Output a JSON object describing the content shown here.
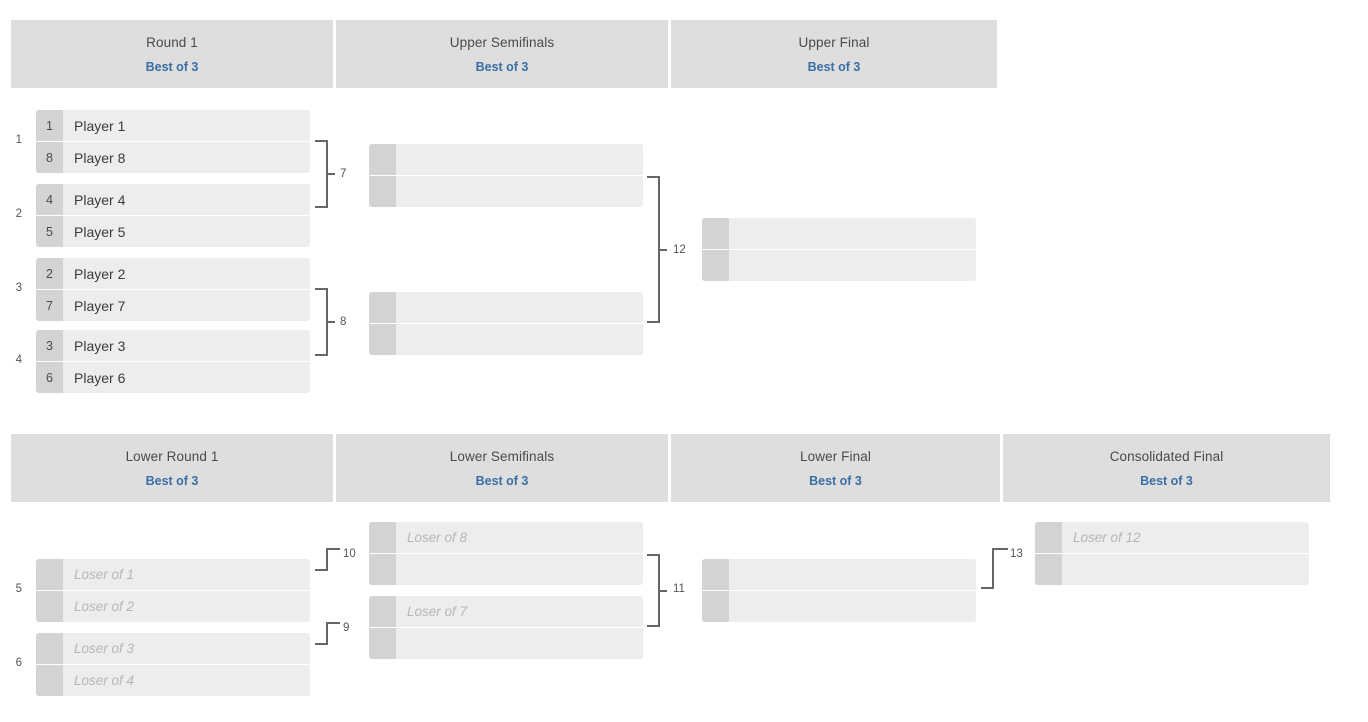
{
  "colors": {
    "header_bg": "#dedede",
    "header_title": "#4a4a4a",
    "header_accent": "#3a6ea5",
    "row_bg": "#ededed",
    "seed_bg": "#d3d3d3",
    "connector": "#666666",
    "placeholder_text": "#b6b6b6"
  },
  "upper_bracket": {
    "headers": [
      {
        "title": "Round 1",
        "format": "Best of 3"
      },
      {
        "title": "Upper Semifinals",
        "format": "Best of 3"
      },
      {
        "title": "Upper Final",
        "format": "Best of 3"
      }
    ],
    "round1": [
      {
        "number": "1",
        "rows": [
          {
            "seed": "1",
            "name": "Player 1"
          },
          {
            "seed": "8",
            "name": "Player 8"
          }
        ]
      },
      {
        "number": "2",
        "rows": [
          {
            "seed": "4",
            "name": "Player 4"
          },
          {
            "seed": "5",
            "name": "Player 5"
          }
        ]
      },
      {
        "number": "3",
        "rows": [
          {
            "seed": "2",
            "name": "Player 2"
          },
          {
            "seed": "7",
            "name": "Player 7"
          }
        ]
      },
      {
        "number": "4",
        "rows": [
          {
            "seed": "3",
            "name": "Player 3"
          },
          {
            "seed": "6",
            "name": "Player 6"
          }
        ]
      }
    ],
    "upper_semifinals": [
      {
        "number": "7",
        "rows": [
          {
            "seed": "",
            "name": ""
          },
          {
            "seed": "",
            "name": ""
          }
        ]
      },
      {
        "number": "8",
        "rows": [
          {
            "seed": "",
            "name": ""
          },
          {
            "seed": "",
            "name": ""
          }
        ]
      }
    ],
    "upper_final": [
      {
        "number": "12",
        "rows": [
          {
            "seed": "",
            "name": ""
          },
          {
            "seed": "",
            "name": ""
          }
        ]
      }
    ]
  },
  "lower_bracket": {
    "headers": [
      {
        "title": "Lower Round 1",
        "format": "Best of 3"
      },
      {
        "title": "Lower Semifinals",
        "format": "Best of 3"
      },
      {
        "title": "Lower Final",
        "format": "Best of 3"
      },
      {
        "title": "Consolidated Final",
        "format": "Best of 3"
      }
    ],
    "lower_round1": [
      {
        "number": "5",
        "rows": [
          {
            "seed": "",
            "name": "Loser of 1"
          },
          {
            "seed": "",
            "name": "Loser of 2"
          }
        ]
      },
      {
        "number": "6",
        "rows": [
          {
            "seed": "",
            "name": "Loser of 3"
          },
          {
            "seed": "",
            "name": "Loser of 4"
          }
        ]
      }
    ],
    "lower_semifinals": [
      {
        "number": "10",
        "rows": [
          {
            "seed": "",
            "name": "Loser of 8"
          },
          {
            "seed": "",
            "name": ""
          }
        ]
      },
      {
        "number": "9",
        "rows": [
          {
            "seed": "",
            "name": "Loser of 7"
          },
          {
            "seed": "",
            "name": ""
          }
        ]
      }
    ],
    "lower_final": [
      {
        "number": "11",
        "rows": [
          {
            "seed": "",
            "name": ""
          },
          {
            "seed": "",
            "name": ""
          }
        ]
      }
    ],
    "consolidated_final": [
      {
        "number": "13",
        "rows": [
          {
            "seed": "",
            "name": "Loser of 12"
          },
          {
            "seed": "",
            "name": ""
          }
        ]
      }
    ]
  }
}
